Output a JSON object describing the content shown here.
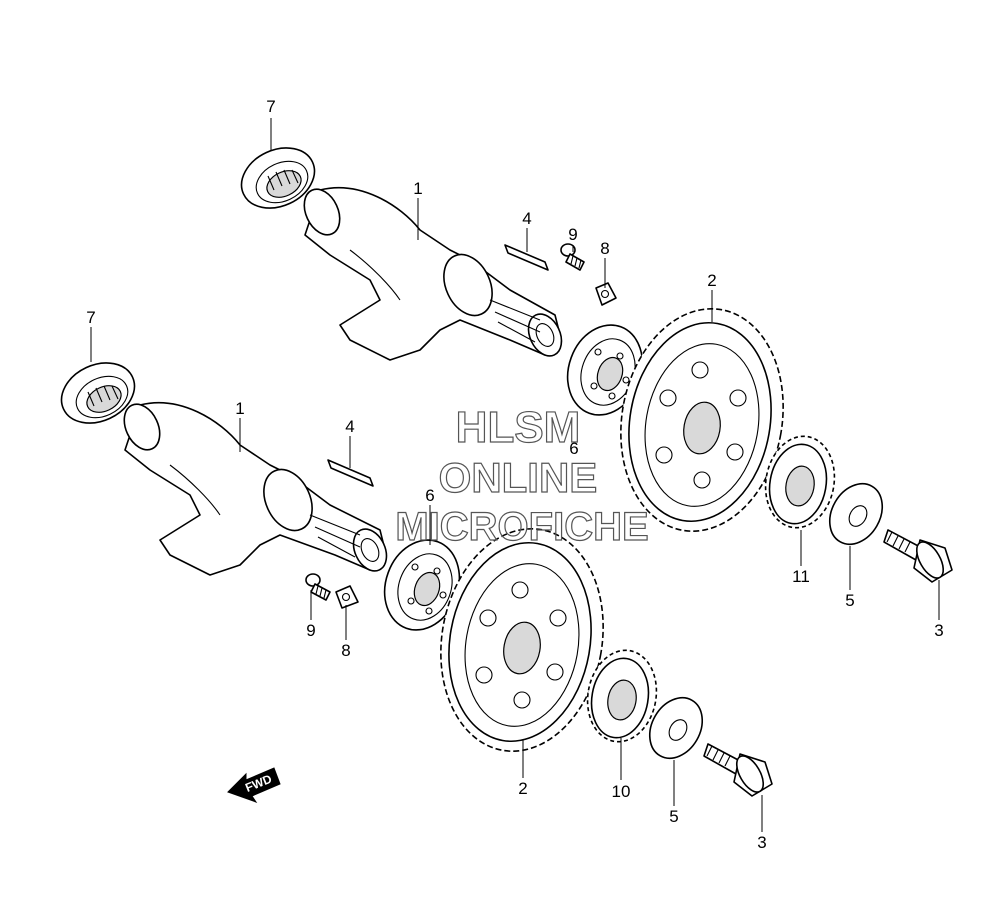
{
  "watermark": {
    "line1": "HLSM",
    "line2": "ONLINE",
    "line3": "MICROFICHE"
  },
  "direction_arrow": {
    "label": "FWD"
  },
  "callouts": [
    {
      "id": "c7a",
      "text": "7"
    },
    {
      "id": "c1a",
      "text": "1"
    },
    {
      "id": "c4a",
      "text": "4"
    },
    {
      "id": "c9a",
      "text": "9"
    },
    {
      "id": "c8a",
      "text": "8"
    },
    {
      "id": "c2a",
      "text": "2"
    },
    {
      "id": "c6a",
      "text": "6"
    },
    {
      "id": "c7b",
      "text": "7"
    },
    {
      "id": "c1b",
      "text": "1"
    },
    {
      "id": "c4b",
      "text": "4"
    },
    {
      "id": "c6b",
      "text": "6"
    },
    {
      "id": "c9b",
      "text": "9"
    },
    {
      "id": "c8b",
      "text": "8"
    },
    {
      "id": "c2b",
      "text": "2"
    },
    {
      "id": "c10",
      "text": "10"
    },
    {
      "id": "c11",
      "text": "11"
    },
    {
      "id": "c5a",
      "text": "5"
    },
    {
      "id": "c3a",
      "text": "3"
    },
    {
      "id": "c5b",
      "text": "5"
    },
    {
      "id": "c3b",
      "text": "3"
    }
  ]
}
